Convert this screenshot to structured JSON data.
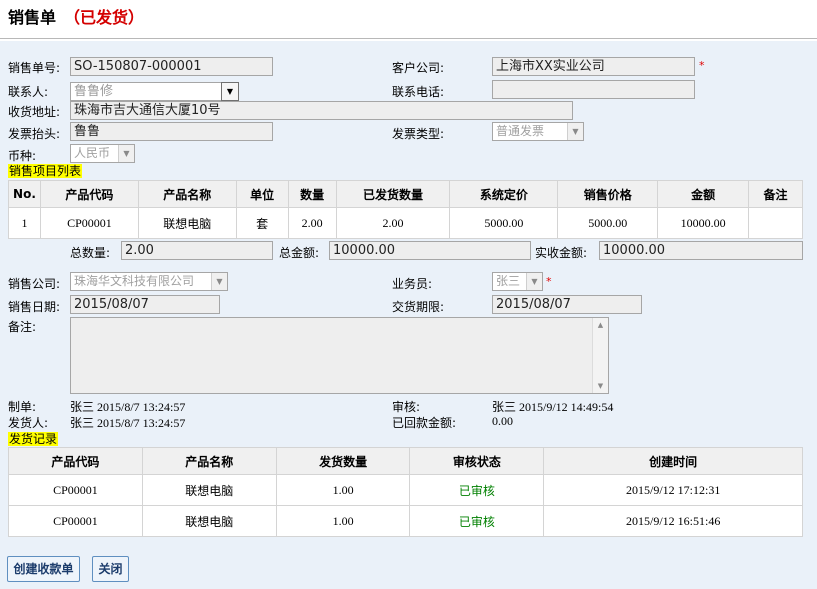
{
  "header": {
    "title": "销售单",
    "status": "（已发货）"
  },
  "form": {
    "order_no_label": "销售单号:",
    "order_no": "SO-150807-000001",
    "customer_label": "客户公司:",
    "customer": "上海市XX实业公司",
    "required_mark": "*",
    "contact_label": "联系人:",
    "contact": "鲁鲁修",
    "phone_label": "联系电话:",
    "phone": "",
    "address_label": "收货地址:",
    "address": "珠海市吉大通信大厦10号",
    "invoice_title_label": "发票抬头:",
    "invoice_title": "鲁鲁",
    "invoice_type_label": "发票类型:",
    "invoice_type": "普通发票",
    "currency_label": "币种:",
    "currency": "人民币"
  },
  "items": {
    "section_title": "销售项目列表",
    "columns": [
      "No.",
      "产品代码",
      "产品名称",
      "单位",
      "数量",
      "已发货数量",
      "系统定价",
      "销售价格",
      "金额",
      "备注"
    ],
    "rows": [
      [
        "1",
        "CP00001",
        "联想电脑",
        "套",
        "2.00",
        "2.00",
        "5000.00",
        "5000.00",
        "10000.00",
        ""
      ]
    ],
    "total_qty_label": "总数量:",
    "total_qty": "2.00",
    "total_amount_label": "总金额:",
    "total_amount": "10000.00",
    "actual_amount_label": "实收金额:",
    "actual_amount": "10000.00"
  },
  "sales": {
    "company_label": "销售公司:",
    "company": "珠海华文科技有限公司",
    "salesman_label": "业务员:",
    "salesman": "张三",
    "required_mark": "*",
    "date_label": "销售日期:",
    "date": "2015/08/07",
    "delivery_label": "交货期限:",
    "delivery": "2015/08/07",
    "remark_label": "备注:",
    "remark": ""
  },
  "meta": {
    "creator_label": "制单:",
    "creator": "张三 2015/8/7 13:24:57",
    "auditor_label": "审核:",
    "auditor": "张三 2015/9/12 14:49:54",
    "shipper_label": "发货人:",
    "shipper": "张三 2015/8/7 13:24:57",
    "received_label": "已回款金额:",
    "received": "0.00"
  },
  "shipments": {
    "section_title": "发货记录",
    "columns": [
      "产品代码",
      "产品名称",
      "发货数量",
      "审核状态",
      "创建时间"
    ],
    "rows": [
      [
        "CP00001",
        "联想电脑",
        "1.00",
        "已审核",
        "2015/9/12 17:12:31"
      ],
      [
        "CP00001",
        "联想电脑",
        "1.00",
        "已审核",
        "2015/9/12 16:51:46"
      ]
    ]
  },
  "buttons": {
    "create_receipt": "创建收款单",
    "close": "关闭"
  },
  "colors": {
    "status_red": "#d40000",
    "panel_bg": "#eaf1f9",
    "approved_green": "#008000",
    "highlight_yellow": "#ffff00"
  }
}
